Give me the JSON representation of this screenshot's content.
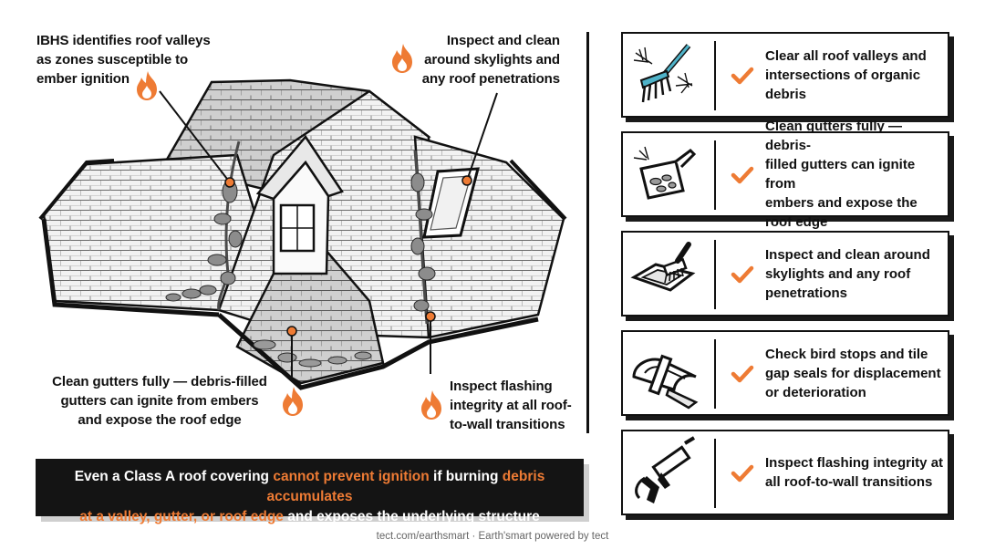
{
  "callouts": {
    "valleys": [
      "IBHS identifies roof valleys",
      "as zones susceptible to",
      "ember ignition"
    ],
    "skylights": [
      "Inspect and clean",
      "around skylights and",
      "any roof penetrations"
    ],
    "gutters": [
      "Clean gutters fully — debris-filled",
      "gutters can ignite from embers",
      "and expose the roof edge"
    ],
    "flashing": [
      "Inspect flashing",
      "integrity at all roof-",
      "to-wall transitions"
    ]
  },
  "checklist": [
    {
      "icon": "rake-icon",
      "lines": [
        "Clear all roof valleys and",
        "intersections of organic debris"
      ]
    },
    {
      "icon": "gutter-scoop-icon",
      "lines": [
        "Clean gutters fully — debris-",
        "filled gutters can ignite from",
        "embers and expose the roof edge"
      ]
    },
    {
      "icon": "skylight-brush-icon",
      "lines": [
        "Inspect and clean around",
        "skylights and any roof",
        "penetrations"
      ]
    },
    {
      "icon": "tile-seal-icon",
      "lines": [
        "Check bird stops and tile",
        "gap seals for displacement",
        "or deterioration"
      ]
    },
    {
      "icon": "caulk-gun-icon",
      "lines": [
        "Inspect flashing integrity at",
        "all roof-to-wall transitions"
      ]
    }
  ],
  "banner": {
    "line1_a": "Even a Class A roof covering ",
    "line1_b": "cannot prevent ignition",
    "line1_c": " if burning ",
    "line1_d": "debris accumulates",
    "line2_a": "at a valley, gutter, or roof edge",
    "line2_b": " and exposes the underlying structure"
  },
  "footer": "tect.com/earthsmart · Earth'smart powered by tect",
  "colors": {
    "accent": "#ee7b34",
    "ink": "#111111",
    "banner_bg": "#141414"
  }
}
